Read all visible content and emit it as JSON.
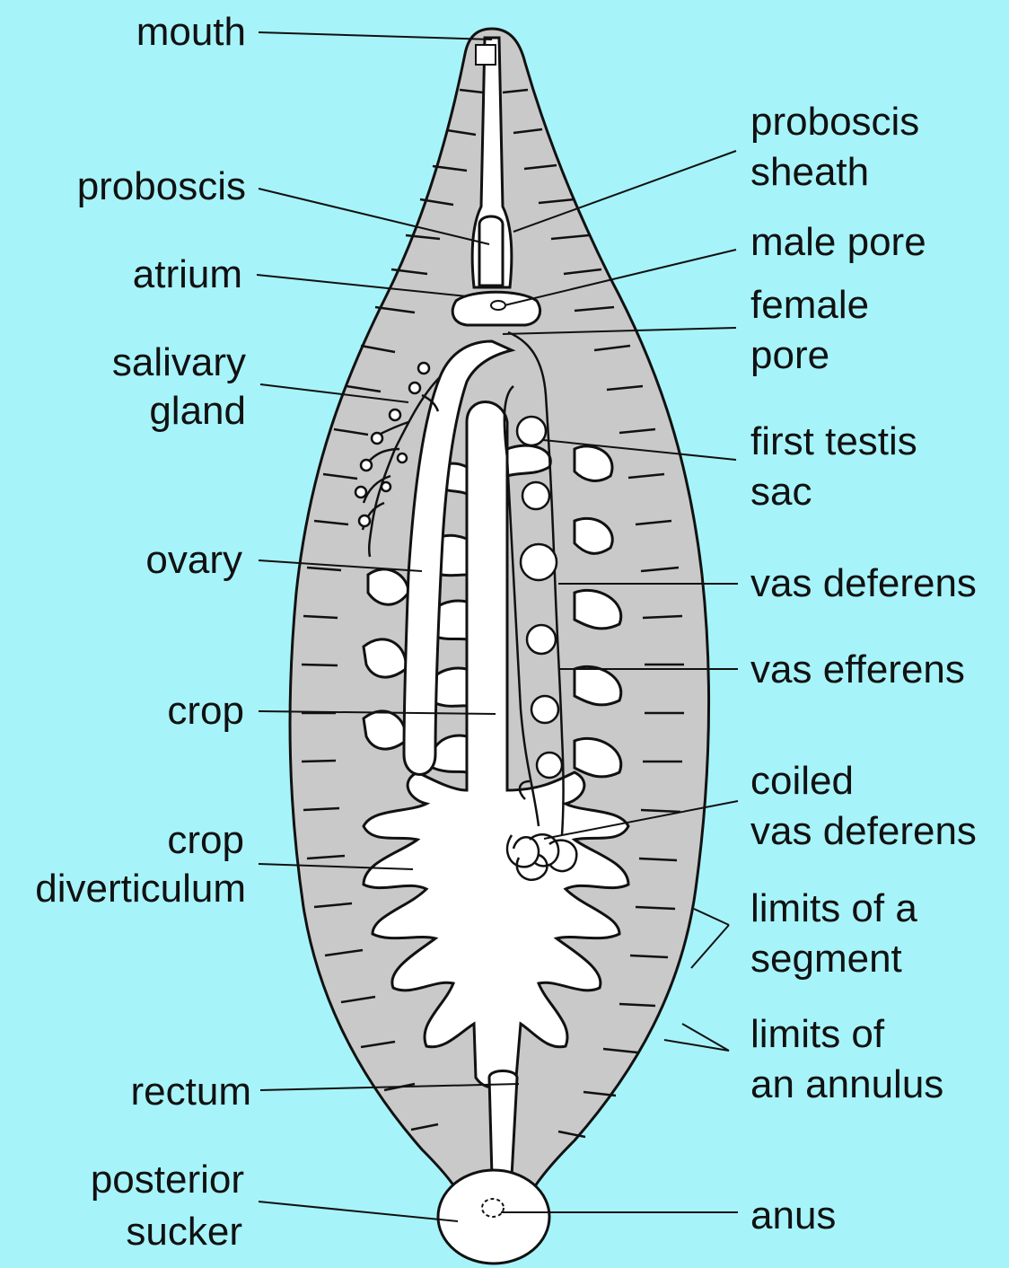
{
  "colors": {
    "background": "#a6f4fa",
    "body": "#c9c9c9",
    "organs": "#ffffff",
    "ink": "#111111"
  },
  "labels_left": {
    "mouth": "mouth",
    "proboscis": "proboscis",
    "atrium": "atrium",
    "salivary_gland": [
      "salivary",
      "gland"
    ],
    "ovary": "ovary",
    "crop": "crop",
    "crop_diverticulum": [
      "crop",
      "diverticulum"
    ],
    "rectum": "rectum",
    "posterior_sucker": [
      "posterior",
      "sucker"
    ]
  },
  "labels_right": {
    "proboscis_sheath": [
      "proboscis",
      "sheath"
    ],
    "male_pore": "male pore",
    "female_pore": [
      "female",
      "pore"
    ],
    "first_testis_sac": [
      "first testis",
      "sac"
    ],
    "vas_deferens": "vas deferens",
    "vas_efferens": "vas efferens",
    "coiled_vas_deferens": [
      "coiled",
      "vas deferens"
    ],
    "limits_of_a_segment": [
      "limits of a",
      "segment"
    ],
    "limits_of_an_annulus": [
      "limits of",
      "an annulus"
    ],
    "anus": "anus"
  }
}
